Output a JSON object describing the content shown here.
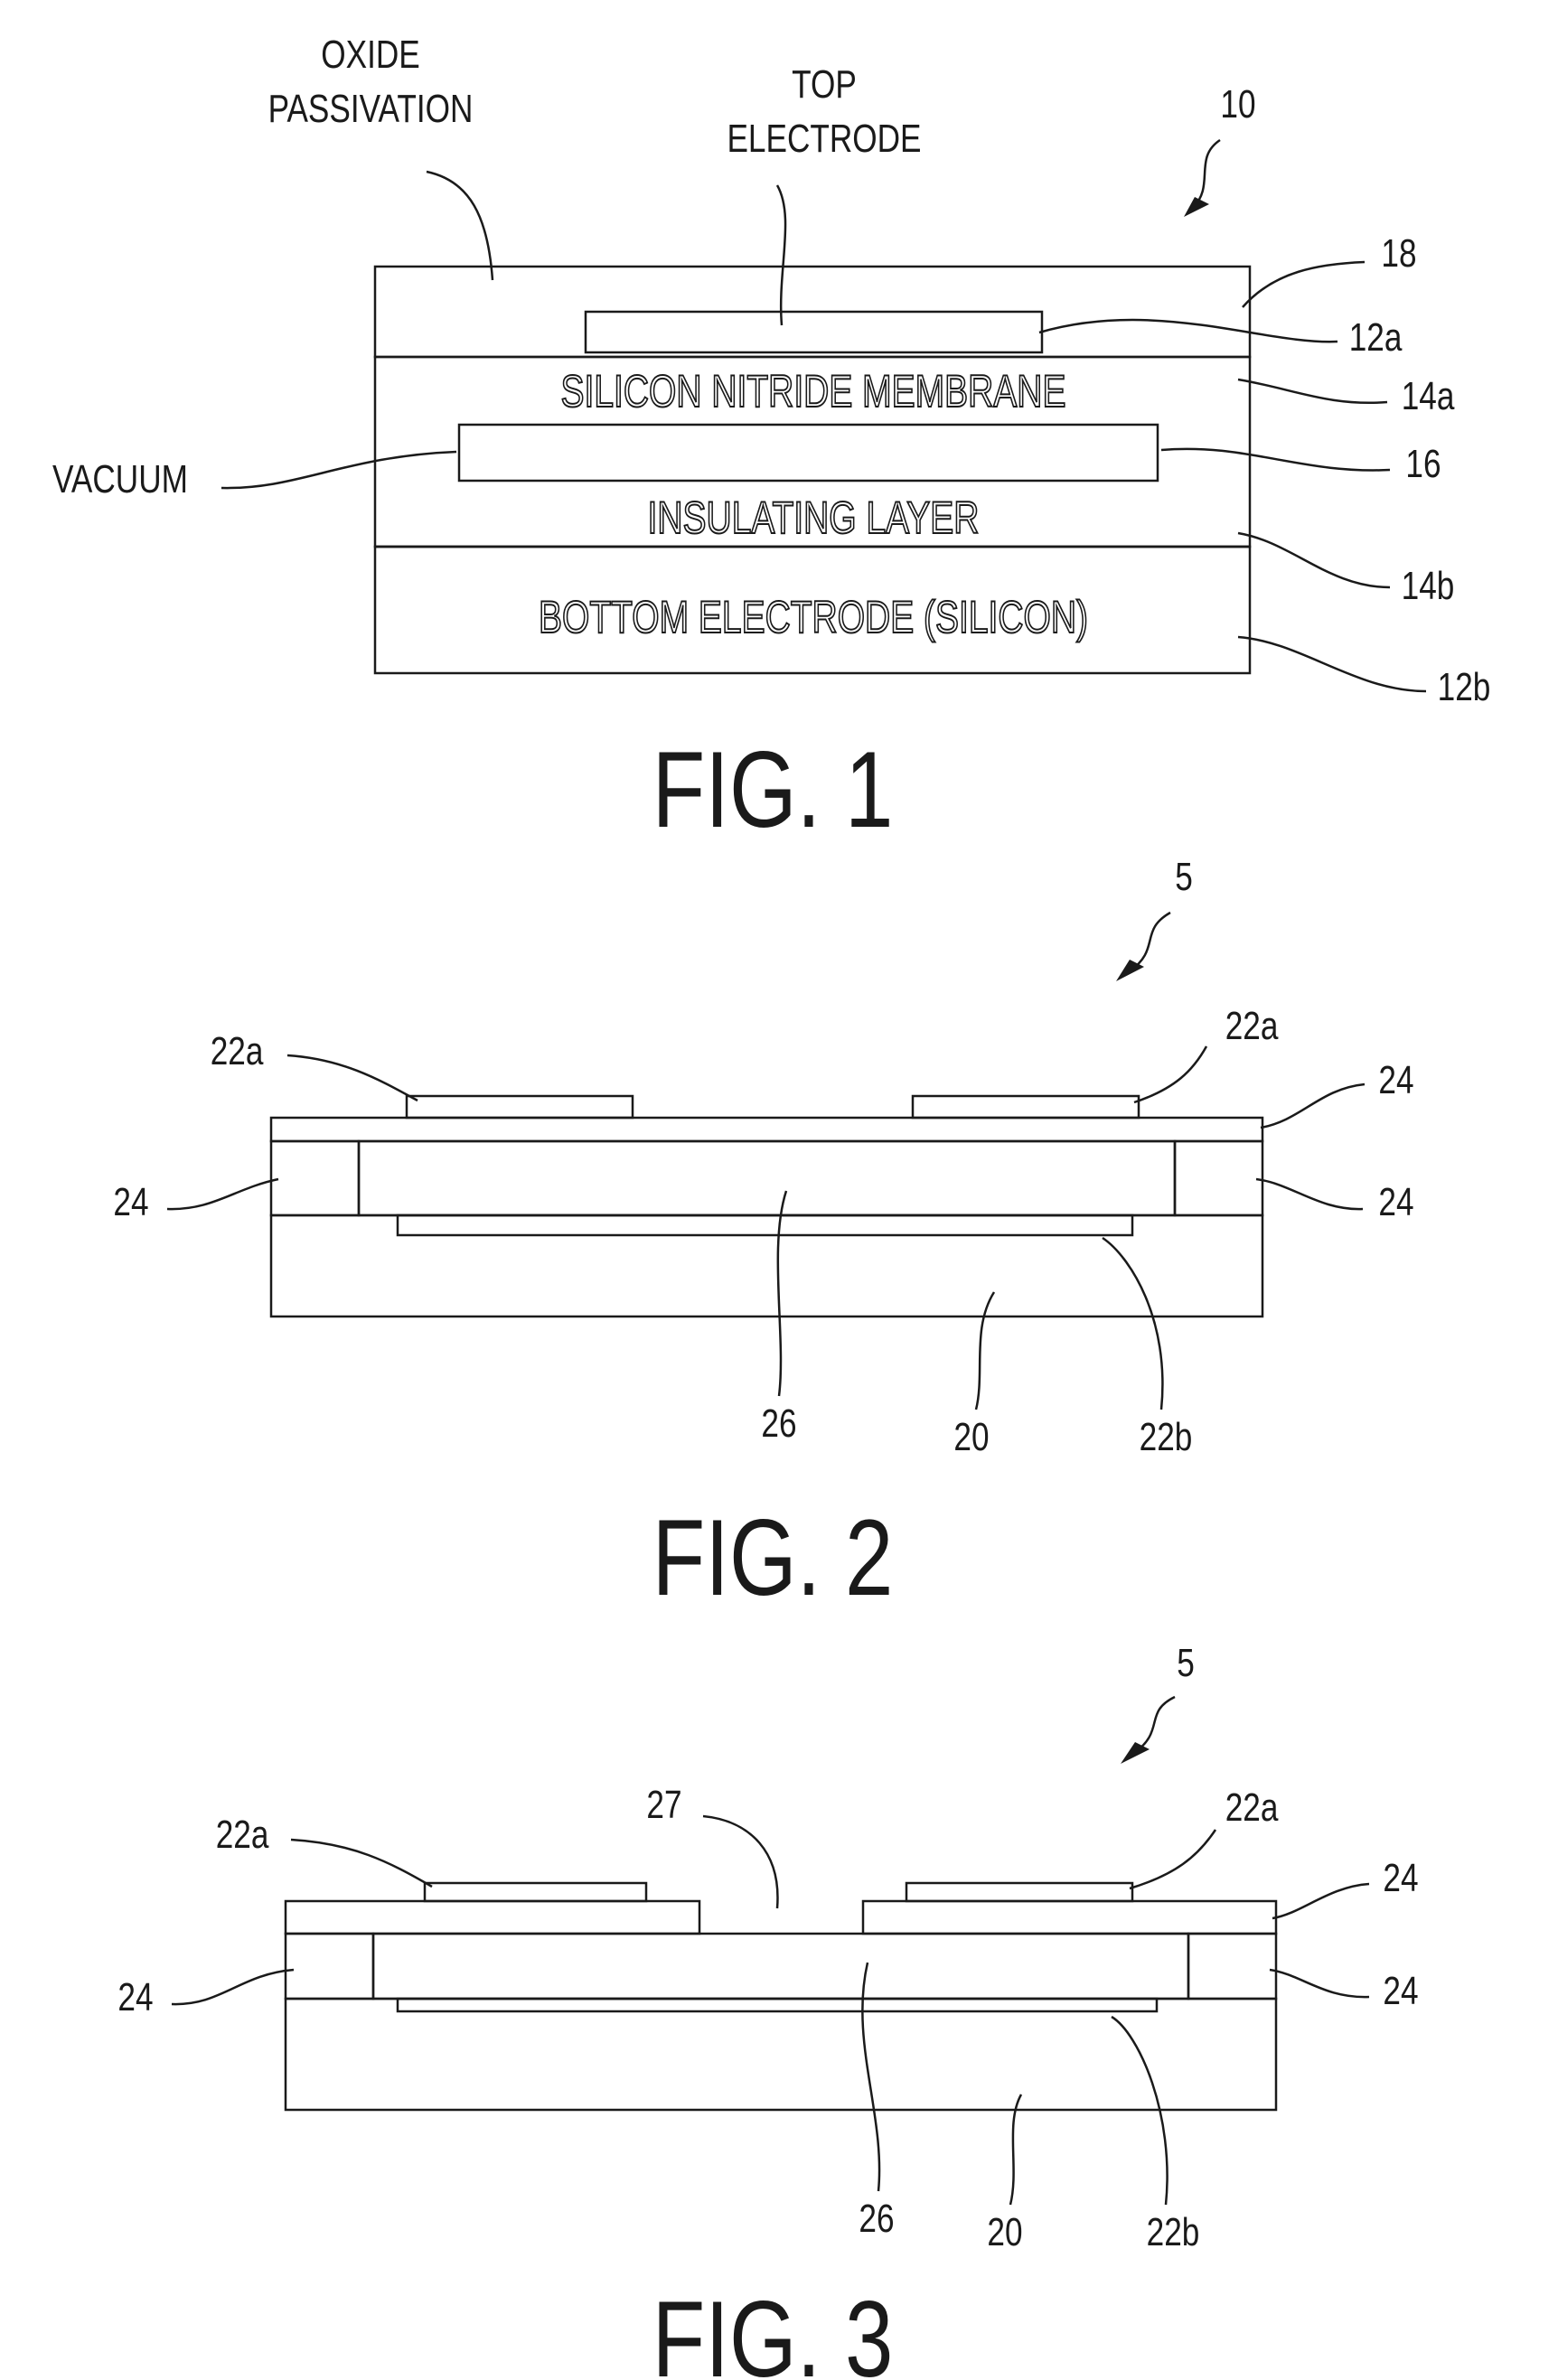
{
  "fig1": {
    "title": "FIG. 1",
    "ref": "10",
    "labels": {
      "oxide_1": "OXIDE",
      "oxide_2": "PASSIVATION",
      "top_1": "TOP",
      "top_2": "ELECTRODE",
      "vacuum": "VACUUM",
      "r18": "18",
      "r12a": "12a",
      "r14a": "14a",
      "r16": "16",
      "r14b": "14b",
      "r12b": "12b"
    },
    "inner": {
      "membrane": "SILICON NITRIDE MEMBRANE",
      "insulating": "INSULATING LAYER",
      "bottom": "BOTTOM ELECTRODE (SILICON)"
    }
  },
  "fig2": {
    "title": "FIG. 2",
    "ref": "5",
    "labels": {
      "l22a_left": "22a",
      "l22a_right": "22a",
      "l24_top": "24",
      "l24_left": "24",
      "l24_right": "24",
      "l26": "26",
      "l20": "20",
      "l22b": "22b"
    }
  },
  "fig3": {
    "title": "FIG. 3",
    "ref": "5",
    "labels": {
      "l22a_left": "22a",
      "l27": "27",
      "l22a_right": "22a",
      "l24_top": "24",
      "l24_left": "24",
      "l24_right": "24",
      "l26": "26",
      "l20": "20",
      "l22b": "22b"
    }
  }
}
